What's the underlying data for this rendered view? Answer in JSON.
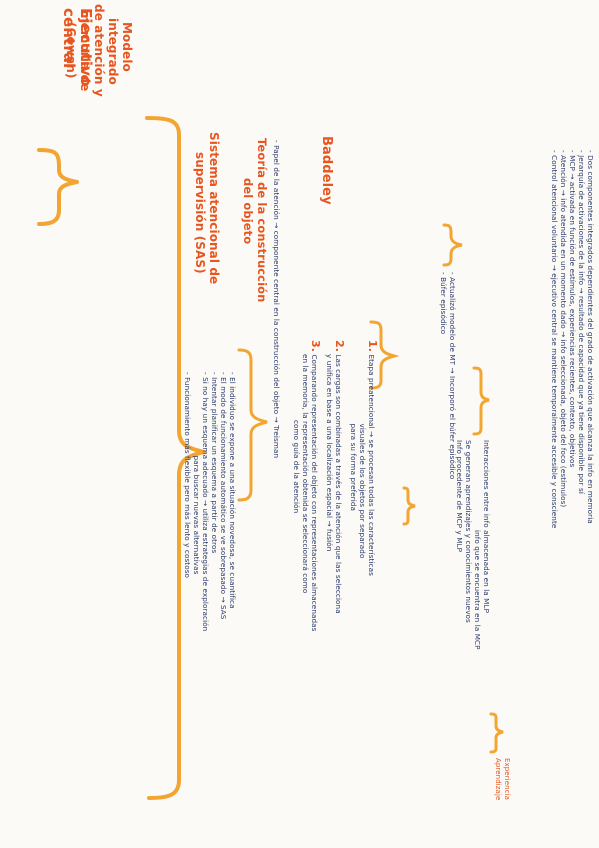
{
  "headings": {
    "ejecutivo": [
      "Ejecutivo",
      "central"
    ],
    "modelo": [
      "Modelo",
      "integrado",
      "de atención y",
      "memoria de",
      "(Cowan)"
    ],
    "sas": [
      "Sistema atencional de",
      "supervisión (SAS)"
    ],
    "teoria": [
      "Teoría de la construcción",
      "del objeto"
    ],
    "baddeley": "Baddeley"
  },
  "sas_lines": [
    "- El individuo se expone a una situación novedosa, se cuantifica",
    "- El modo de funcionamiento automático se ve sobrepasado → SAS",
    "- Intentar planificar un esquema a partir de otros",
    "- Si no hay un esquema adecuado → utiliza estrategias de exploración",
    "                                   para buscar nuevas alternativas",
    "- Funcionamiento más flexible pero más lento y costoso"
  ],
  "teoria_intro": "- Papel de la atención → componente central en la construcción del objeto → Treisman",
  "teoria_items": [
    {
      "num": "1.",
      "lines": [
        "Etapa preatencional → se procesan todas las características",
        "                                   visuales de los objetos por separado",
        "                                   para su forma preferida"
      ]
    },
    {
      "num": "2.",
      "lines": [
        "Las cargas son combinadas a través de la atención que las selecciona",
        "y unifica en base a una localización espacial → fusión"
      ]
    },
    {
      "num": "3.",
      "lines": [
        "Comparando representación del objeto con representaciones almacenadas",
        "en la memoria, la representación obtenida se seleccionará como",
        "como guía de la atención"
      ]
    }
  ],
  "baddeley_lines": [
    "- Actualizó modelo de MT → Incorporó el búfer episódico",
    "- Búfer episódico",
    "Interacciones entre info almacenada en la MLP",
    "info que se encuentra en la MCP",
    "Se generan aprendizajes y conocimientos nuevos",
    "Info procedente de MCP y MLP"
  ],
  "modelo_lines": [
    "- Dos componentes integrados dependientes del grado de activación que alcanza la info en memoria",
    "- Jerarquía de activaciones de la info → resultado de capacidad que ya tiene disponible por sí",
    "- MCP → activada en función de estímulos, experiencias recientes, contexto, objetivos",
    "- Atención → info atendida en un momento dado → info seleccionada, objeto del foco (estímulos)",
    "- Control atencional voluntario → ejecutivo central   se mantiene temporalmente accesible y consciente"
  ],
  "modelo_side": [
    "Experiencia",
    "Aprendizaje"
  ]
}
